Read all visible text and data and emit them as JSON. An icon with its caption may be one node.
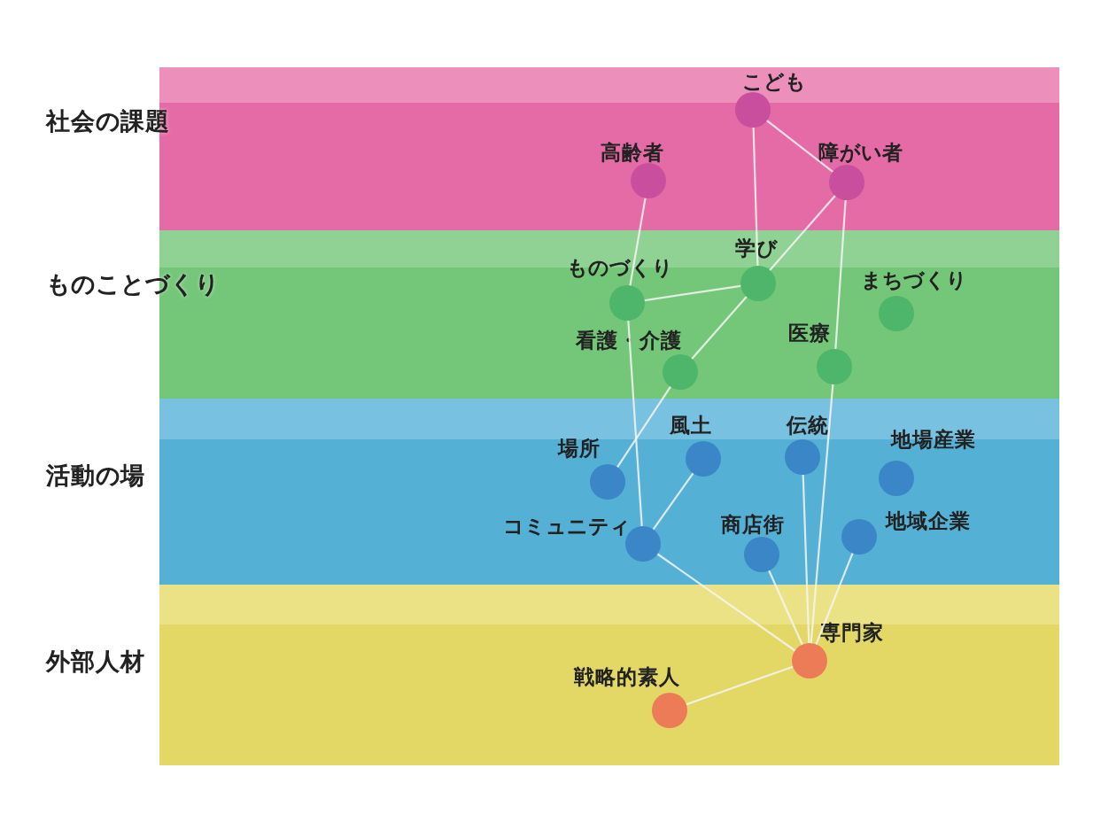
{
  "diagram": {
    "nodes": [
      {
        "text": [
          "社会の課題"
        ]
      },
      {
        "text": [
          "こども"
        ],
        "in": 0
      },
      {
        "text": [
          "高齢者"
        ],
        "in": 0
      },
      {
        "text": [
          "障がい者"
        ],
        "in": 0
      },
      {
        "text": [
          "ものことづくり"
        ]
      },
      {
        "text": [
          "学び"
        ],
        "in": 4
      },
      {
        "text": [
          "ものづくり"
        ],
        "in": 4
      },
      {
        "text": [
          "まちづくり"
        ],
        "in": 4
      },
      {
        "text": [
          "看護・介護"
        ],
        "in": 4
      },
      {
        "text": [
          "医療"
        ],
        "in": 4
      },
      {
        "text": [
          "活動の場"
        ]
      },
      {
        "text": [
          "場所"
        ],
        "in": 10
      },
      {
        "text": [
          "風土"
        ],
        "in": 10
      },
      {
        "text": [
          "伝統"
        ],
        "in": 10
      },
      {
        "text": [
          "地場産業"
        ],
        "in": 10
      },
      {
        "text": [
          "コミュニティ"
        ],
        "in": 10
      },
      {
        "text": [
          "商店街"
        ],
        "in": 10
      },
      {
        "text": [
          "地域企業"
        ],
        "in": 10
      },
      {
        "text": [
          "外部人材"
        ]
      },
      {
        "text": [
          "専門家"
        ],
        "in": 18
      },
      {
        "text": [
          "戦略的素人"
        ],
        "in": 18
      }
    ],
    "edges": [
      {
        "from": 1,
        "to": 5,
        "arrow": "none"
      },
      {
        "from": 1,
        "to": 3,
        "arrow": "none"
      },
      {
        "from": 3,
        "to": 5,
        "arrow": "none"
      },
      {
        "from": 2,
        "to": 6,
        "arrow": "none"
      },
      {
        "from": 3,
        "to": 9,
        "arrow": "none"
      },
      {
        "from": 6,
        "to": 5,
        "arrow": "none"
      },
      {
        "from": 8,
        "to": 5,
        "arrow": "none"
      },
      {
        "from": 6,
        "to": 15,
        "arrow": "none"
      },
      {
        "from": 8,
        "to": 11,
        "arrow": "none"
      },
      {
        "from": 12,
        "to": 15,
        "arrow": "none"
      },
      {
        "from": 15,
        "to": 19,
        "arrow": "none"
      },
      {
        "from": 16,
        "to": 19,
        "arrow": "none"
      },
      {
        "from": 13,
        "to": 19,
        "arrow": "none"
      },
      {
        "from": 17,
        "to": 19,
        "arrow": "none"
      },
      {
        "from": 9,
        "to": 19,
        "arrow": "none"
      },
      {
        "from": 19,
        "to": 20,
        "arrow": "none"
      }
    ]
  }
}
